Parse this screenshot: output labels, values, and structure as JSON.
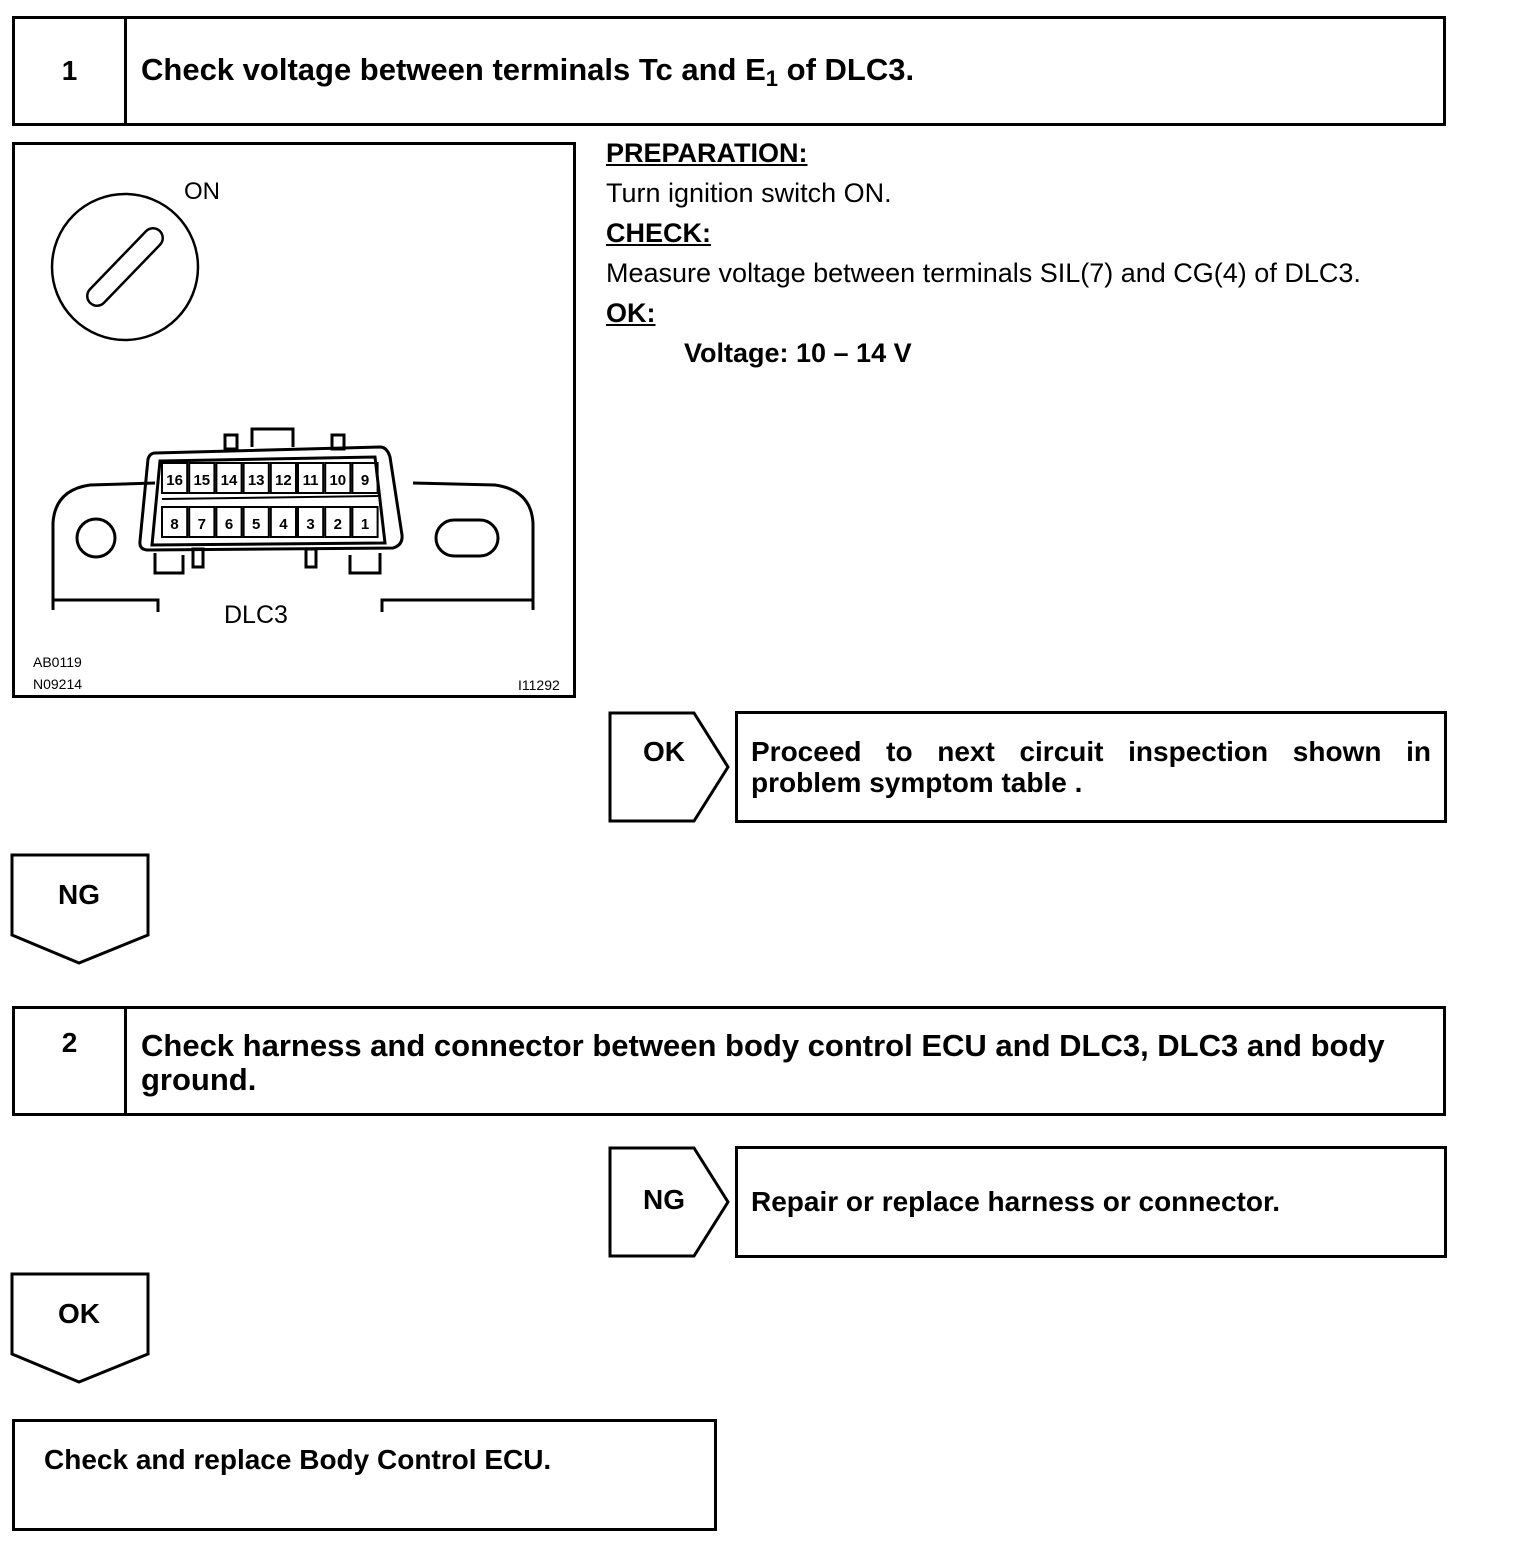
{
  "step1": {
    "number": "1",
    "title_main": "Check voltage between terminals Tc and E",
    "title_sub": "1",
    "title_end": " of DLC3."
  },
  "figure": {
    "on_label": "ON",
    "connector_label": "DLC3",
    "ref_codes": [
      "AB0119",
      "N09214"
    ],
    "figure_id": "I11292",
    "pins_top": [
      "16",
      "15",
      "14",
      "13",
      "12",
      "11",
      "10",
      "9"
    ],
    "pins_bottom": [
      "8",
      "7",
      "6",
      "5",
      "4",
      "3",
      "2",
      "1"
    ]
  },
  "instructions": {
    "preparation_heading": "PREPARATION:",
    "preparation_text": "Turn ignition switch ON.",
    "check_heading": "CHECK:",
    "check_text": "Measure voltage between terminals SIL(7) and CG(4) of DLC3.",
    "ok_heading": "OK:",
    "ok_spec": "Voltage: 10 – 14 V"
  },
  "result1_ok": {
    "label": "OK",
    "text": "Proceed to next circuit inspection shown in problem symptom table ."
  },
  "branch1_ng": {
    "label": "NG"
  },
  "step2": {
    "number": "2",
    "title": "Check harness and connector between body control ECU and DLC3, DLC3 and body ground."
  },
  "result2_ng": {
    "label": "NG",
    "text": "Repair or replace harness or connector."
  },
  "branch2_ok": {
    "label": "OK"
  },
  "final": {
    "text": "Check and replace Body Control ECU."
  }
}
